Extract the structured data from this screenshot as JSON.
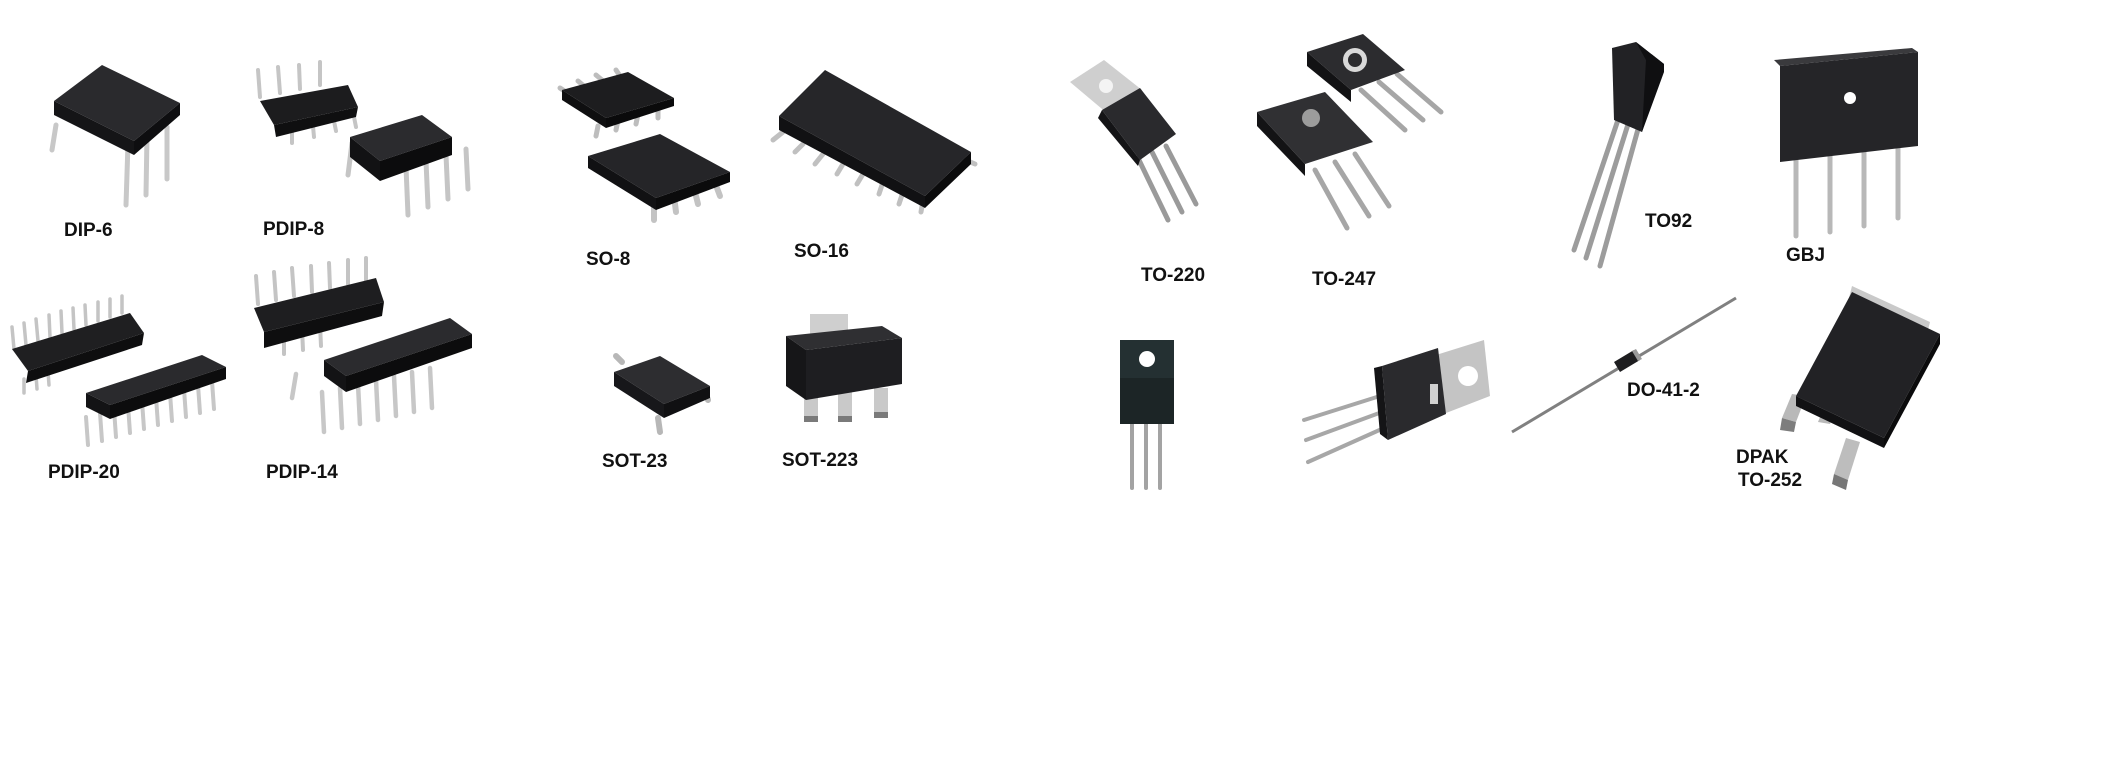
{
  "labels": {
    "dip6": "DIP-6",
    "pdip8": "PDIP-8",
    "so8": "SO-8",
    "so16": "SO-16",
    "to220": "TO-220",
    "to247": "TO-247",
    "to92": "TO92",
    "gbj": "GBJ",
    "pdip20": "PDIP-20",
    "pdip14": "PDIP-14",
    "sot23": "SOT-23",
    "sot223": "SOT-223",
    "do41": "DO-41-2",
    "dpak_line1": "DPAK",
    "dpak_line2": "TO-252"
  },
  "colors": {
    "body": "#1b1b1d",
    "body_top": "#2c2c2f",
    "lead": "#c9c9c9",
    "lead_dark": "#8e8e8e",
    "tab": "#bdbdbd",
    "text": "#111111"
  }
}
